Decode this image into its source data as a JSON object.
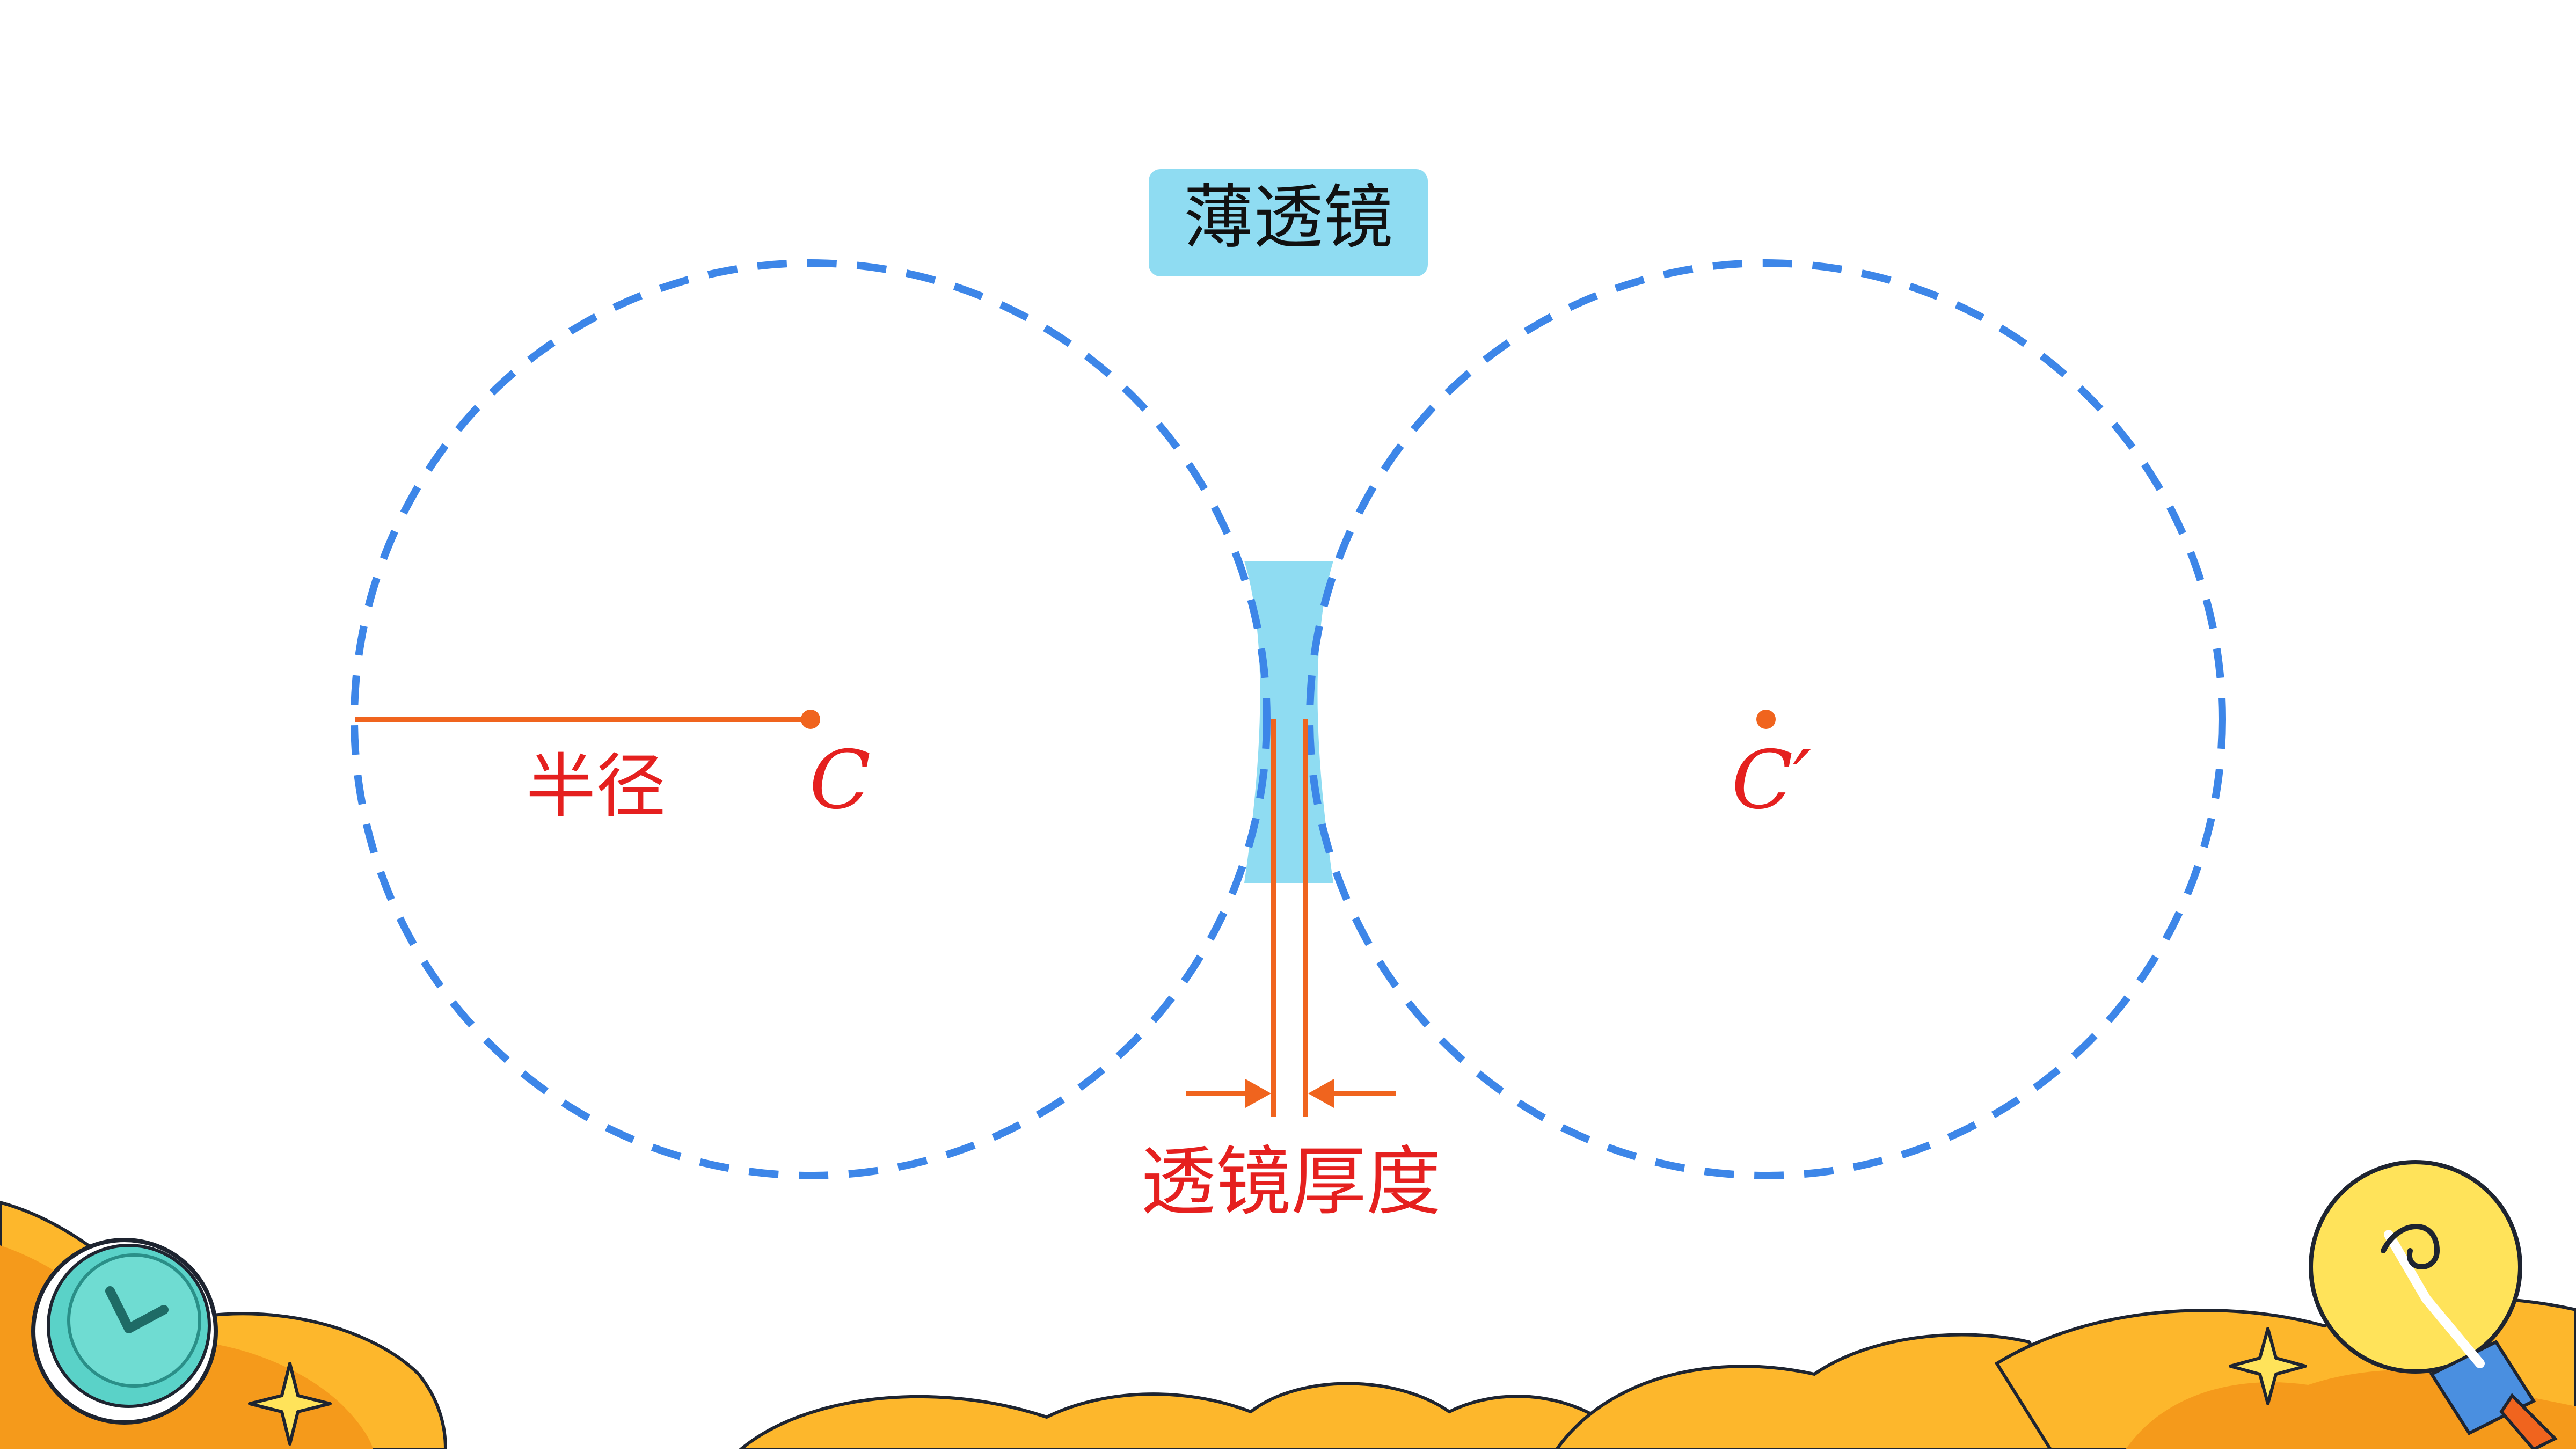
{
  "diagram": {
    "title": "薄透镜",
    "labels": {
      "radius": "半径",
      "center_left": "C",
      "center_right": "C′",
      "thickness": "透镜厚度"
    }
  },
  "colors": {
    "circle_stroke": "#3d86e8",
    "lens_fill": "#8fdcf2",
    "title_bg": "#8fdcf2",
    "accent_orange": "#f0641e",
    "label_red": "#e5201f",
    "wave_orange": "#fdb72c",
    "wave_dark": "#f59a1b",
    "wave_outline": "#1e2430",
    "clock_teal": "#5ad2c8",
    "bulb_yellow": "#ffe35a"
  },
  "decor": {
    "left_icon": "clock-icon",
    "right_icon": "lightbulb-icon",
    "sparkle_icon": "sparkle-icon"
  }
}
